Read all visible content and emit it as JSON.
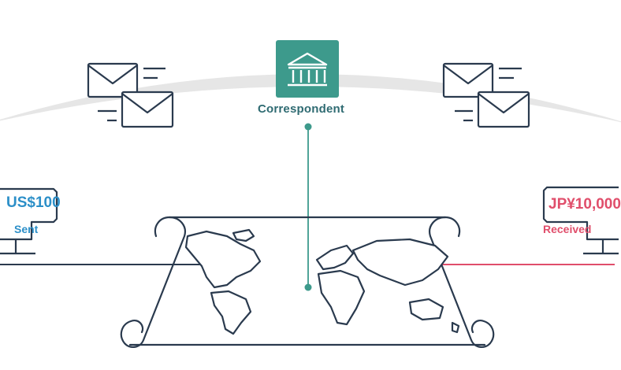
{
  "correspondent": {
    "label": "Correspondent",
    "icon": "bank-icon"
  },
  "sender": {
    "amount": "US$100",
    "status": "Sent",
    "color": "#2c8fc8"
  },
  "receiver": {
    "amount": "JP¥10,000",
    "status": "Received",
    "color": "#e04e6b"
  },
  "colors": {
    "teal": "#3d9a8c",
    "navy": "#2a3a4e",
    "arc": "#e6e6e6"
  }
}
